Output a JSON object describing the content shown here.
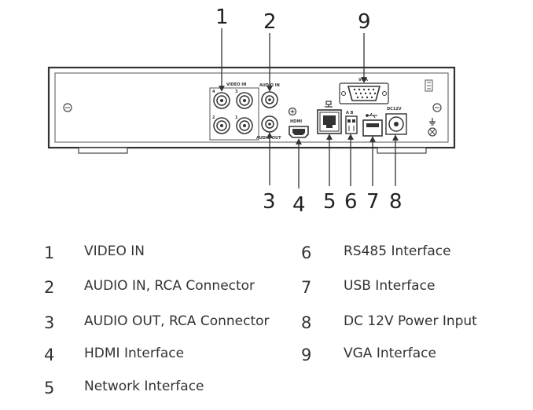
{
  "callouts": [
    {
      "id": "1",
      "label": "1"
    },
    {
      "id": "2",
      "label": "2"
    },
    {
      "id": "3",
      "label": "3"
    },
    {
      "id": "4",
      "label": "4"
    },
    {
      "id": "5",
      "label": "5"
    },
    {
      "id": "6",
      "label": "6"
    },
    {
      "id": "7",
      "label": "7"
    },
    {
      "id": "8",
      "label": "8"
    },
    {
      "id": "9",
      "label": "9"
    }
  ],
  "panel_labels": {
    "video_in": "VIDEO IN",
    "audio_in": "AUDIO IN",
    "audio_out": "AUDIO OUT",
    "hdmi": "HDMI",
    "vga": "VGA",
    "rs485": "A B",
    "dc": "DC12V",
    "bnc_numbers": [
      "4",
      "3",
      "2",
      "1"
    ]
  },
  "legend": [
    {
      "num": "1",
      "text": "VIDEO IN"
    },
    {
      "num": "2",
      "text": "AUDIO IN, RCA Connector"
    },
    {
      "num": "3",
      "text": "AUDIO OUT, RCA Connector"
    },
    {
      "num": "4",
      "text": "HDMI Interface"
    },
    {
      "num": "5",
      "text": "Network Interface"
    },
    {
      "num": "6",
      "text": "RS485 Interface"
    },
    {
      "num": "7",
      "text": "USB Interface"
    },
    {
      "num": "8",
      "text": "DC 12V Power Input"
    },
    {
      "num": "9",
      "text": "VGA Interface"
    }
  ]
}
